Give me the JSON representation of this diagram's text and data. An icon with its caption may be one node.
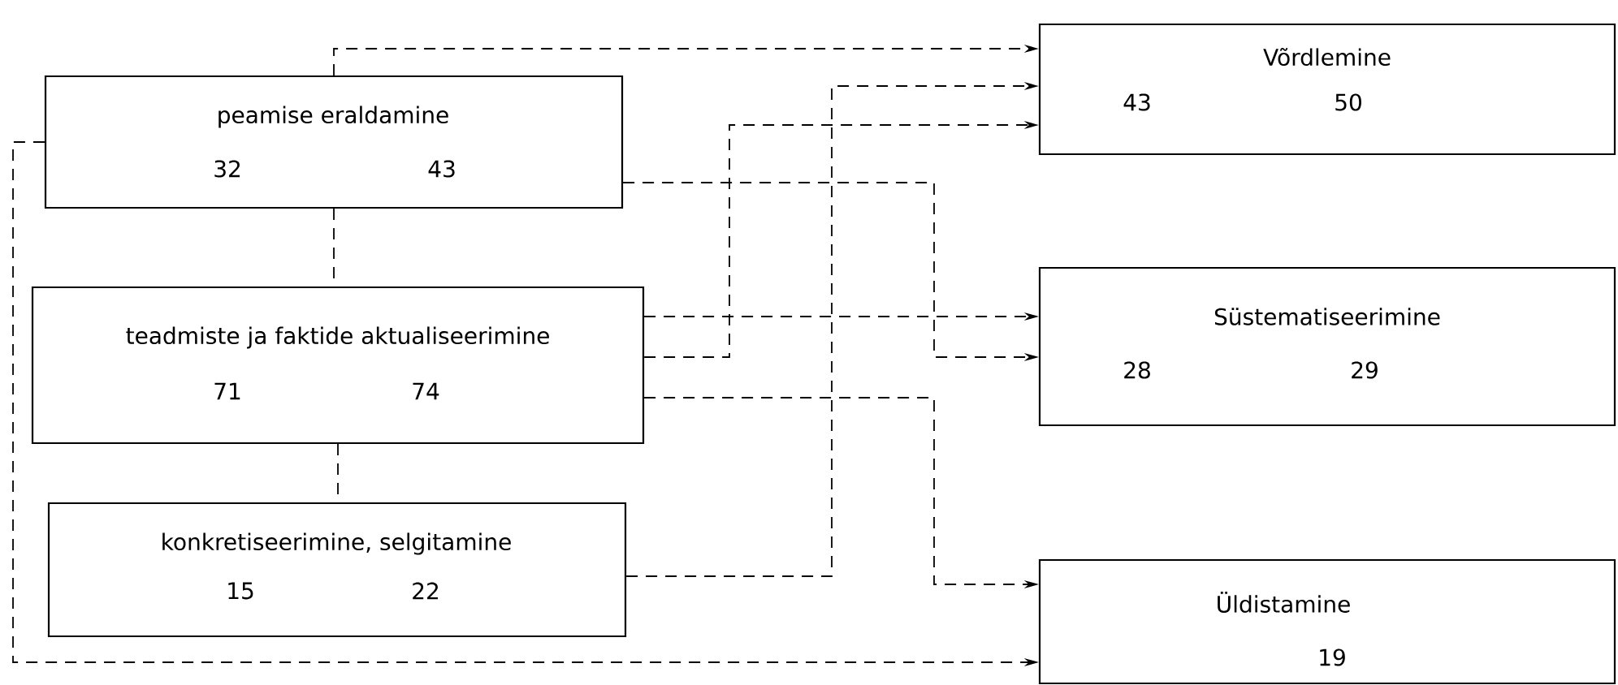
{
  "diagram": {
    "nodes": [
      {
        "text": [
          "peamise eraldamine",
          "32",
          "43"
        ]
      },
      {
        "text": [
          "teadmiste ja faktide aktualiseerimine",
          "71",
          "74"
        ]
      },
      {
        "text": [
          "konkretiseerimine, selgitamine",
          "15",
          "22"
        ]
      },
      {
        "text": [
          "Võrdlemine",
          "43",
          "50"
        ]
      },
      {
        "text": [
          "Süstematiseerimine",
          "28",
          "29"
        ]
      },
      {
        "text": [
          "Üldistamine",
          "19"
        ]
      }
    ],
    "edges": [
      {
        "from": 0,
        "to": 3,
        "arrow": "to",
        "style": "dashed"
      },
      {
        "from": 0,
        "to": 5,
        "arrow": "to",
        "style": "dashed"
      },
      {
        "from": 0,
        "to": 1,
        "arrow": "none",
        "style": "dashed"
      },
      {
        "from": 1,
        "to": 2,
        "arrow": "none",
        "style": "dashed"
      },
      {
        "from": 0,
        "to": 4,
        "arrow": "to",
        "style": "dashed"
      },
      {
        "from": 1,
        "to": 4,
        "arrow": "to",
        "style": "dashed"
      },
      {
        "from": 1,
        "to": 3,
        "arrow": "to",
        "style": "dashed"
      },
      {
        "from": 1,
        "to": 5,
        "arrow": "to",
        "style": "dashed"
      },
      {
        "from": 2,
        "to": 3,
        "arrow": "to",
        "style": "dashed"
      }
    ]
  }
}
